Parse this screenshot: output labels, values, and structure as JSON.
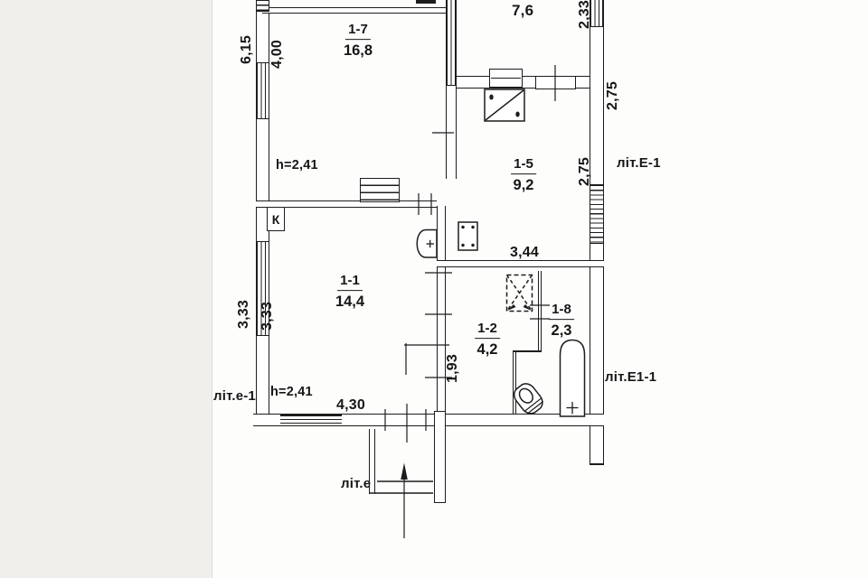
{
  "plan": {
    "rooms": {
      "r76": {
        "area": "7,6"
      },
      "r17": {
        "num": "1-7",
        "area": "16,8"
      },
      "r15": {
        "num": "1-5",
        "area": "9,2"
      },
      "r11": {
        "num": "1-1",
        "area": "14,4"
      },
      "r12": {
        "num": "1-2",
        "area": "4,2"
      },
      "r18": {
        "num": "1-8",
        "area": "2,3"
      }
    },
    "building_labels": {
      "main_building": "літ.Е-1",
      "annex": "літ.Е1-1",
      "small_annex": "літ.е-1",
      "porch": "літ.е",
      "boiler_mark": "К"
    },
    "heights": {
      "upper_room": "h=2,41",
      "lower_room": "h=2,41"
    },
    "dims": {
      "left_outer": "6,15",
      "left_inner": "4,00",
      "top_right": "2,33",
      "right_upper": "2,75",
      "right_lower": "2,75",
      "room15_width": "3,44",
      "left_lower_outer": "3,33",
      "left_lower_inner": "3,33",
      "hall_depth": "1,93",
      "room11_width": "4,30"
    }
  }
}
